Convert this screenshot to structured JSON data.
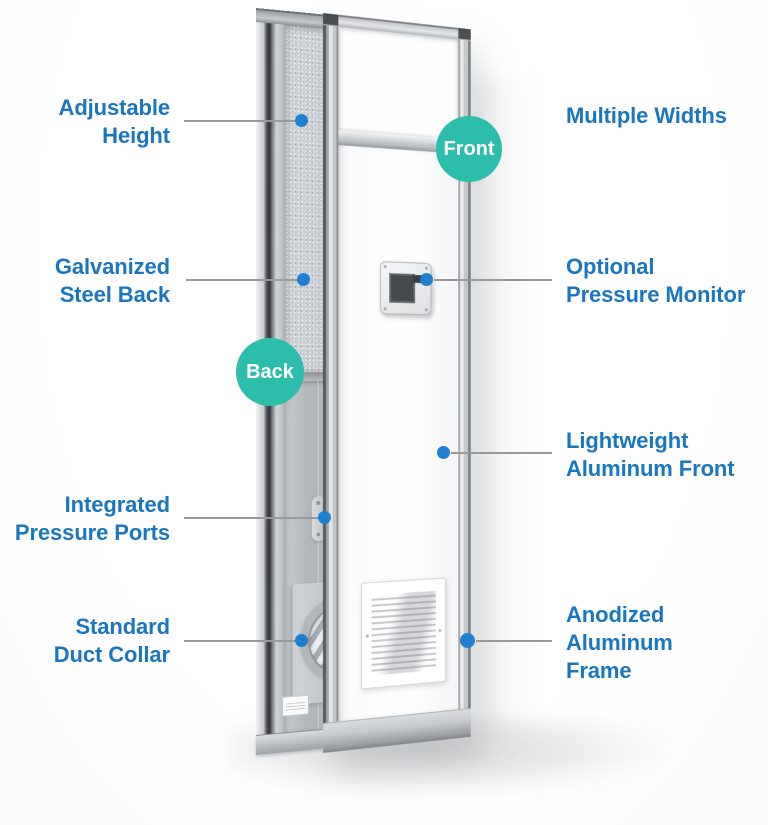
{
  "colors": {
    "label_blue": "#1a76be",
    "dot_blue": "#1f80cf",
    "badge_teal": "#2cbdab",
    "line_gray": "#97999b"
  },
  "badges": [
    {
      "id": "front",
      "label": "Front"
    },
    {
      "id": "back",
      "label": "Back"
    }
  ],
  "callouts": {
    "left": [
      {
        "id": "adjustable-height",
        "label": "Adjustable\nHeight"
      },
      {
        "id": "galvanized-steel-back",
        "label": "Galvanized\nSteel Back"
      },
      {
        "id": "integrated-pressure-ports",
        "label": "Integrated\nPressure Ports"
      },
      {
        "id": "standard-duct-collar",
        "label": "Standard\nDuct Collar"
      }
    ],
    "right": [
      {
        "id": "multiple-widths",
        "label": "Multiple Widths"
      },
      {
        "id": "optional-pressure-monitor",
        "label": "Optional\nPressure Monitor"
      },
      {
        "id": "lightweight-aluminum-front",
        "label": "Lightweight\nAluminum Front"
      },
      {
        "id": "anodized-aluminum-frame",
        "label": "Anodized\nAluminum\nFrame"
      }
    ]
  }
}
